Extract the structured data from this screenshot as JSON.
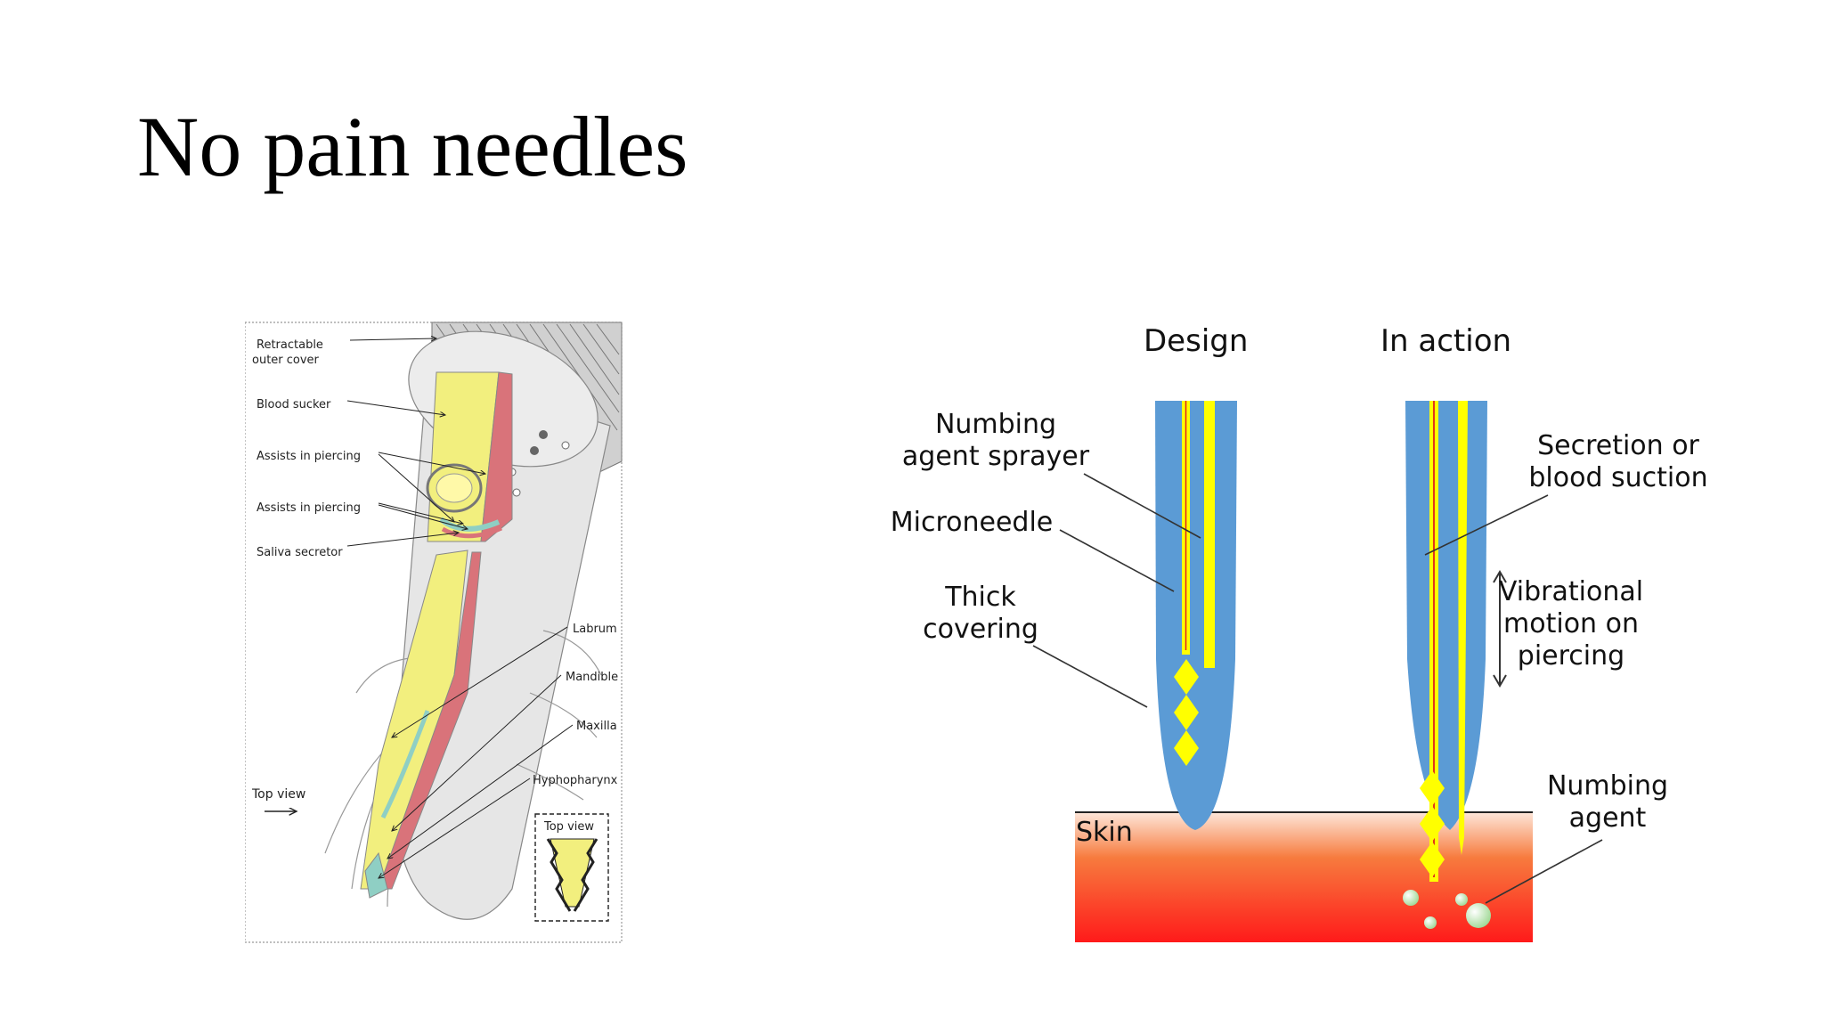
{
  "slide": {
    "title": "No pain needles"
  },
  "anatomy": {
    "labels": {
      "retractable": [
        "Retractable",
        "outer cover"
      ],
      "blood_sucker": "Blood sucker",
      "assists1": "Assists in piercing",
      "assists2": "Assists in piercing",
      "saliva": "Saliva secretor",
      "labrum": "Labrum",
      "mandible": "Mandible",
      "maxilla": "Maxilla",
      "hyphopharynx": "Hyphopharynx",
      "top_view": "Top view",
      "inset_top_view": "Top view"
    },
    "colors": {
      "yellow": "#f2ef7e",
      "red": "#d9737a",
      "teal": "#8fcfc4",
      "sheath": "#e4e4e4"
    }
  },
  "design": {
    "headings": {
      "design": "Design",
      "in_action": "In action"
    },
    "labels": {
      "numbing_sprayer": [
        "Numbing",
        "agent sprayer"
      ],
      "microneedle": "Microneedle",
      "thick_covering": [
        "Thick",
        "covering"
      ],
      "secretion": [
        "Secretion or",
        "blood suction"
      ],
      "vibrational": [
        "Vibrational",
        "motion on",
        "piercing"
      ],
      "numbing_agent": [
        "Numbing",
        "agent"
      ],
      "skin": "Skin"
    },
    "colors": {
      "needle_blue": "#5b9bd5",
      "needle_yellow": "#ffff00",
      "microneedle_red": "#e0201b",
      "skin_top": "#fde6d9",
      "skin_bottom": "#ff1a1a",
      "droplet": "#b9e3b0"
    }
  }
}
